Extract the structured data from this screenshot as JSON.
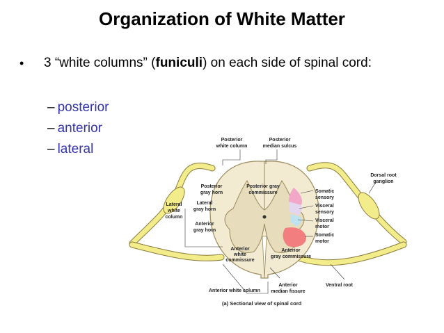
{
  "slide": {
    "title": "Organization of White Matter",
    "bullet": {
      "marker": "•",
      "text_pre": "3 “white columns” (",
      "text_bold": "funiculi",
      "text_post": ") on each side of spinal cord:"
    },
    "subitems": [
      {
        "dash": "–",
        "label": "posterior"
      },
      {
        "dash": "–",
        "label": "anterior"
      },
      {
        "dash": "–",
        "label": "lateral"
      }
    ]
  },
  "figure": {
    "labels": {
      "posterior_white_column": [
        "Posterior",
        "white column"
      ],
      "posterior_median_sulcus": [
        "Posterior",
        "median sulcus"
      ],
      "dorsal_root_ganglion": [
        "Dorsal root",
        "ganglion"
      ],
      "posterior_gray_horn": [
        "Posterior",
        "gray horn"
      ],
      "posterior_gray_commissure": [
        "Posterior gray",
        "commissure"
      ],
      "lateral_gray_horn": [
        "Lateral",
        "gray horn"
      ],
      "lateral_white_column": [
        "Lateral",
        "white",
        "column"
      ],
      "anterior_gray_horn": [
        "Anterior",
        "gray horn"
      ],
      "somatic_sensory": [
        "Somatic",
        "sensory"
      ],
      "visceral_sensory": [
        "Visceral",
        "sensory"
      ],
      "visceral_motor": [
        "Visceral",
        "motor"
      ],
      "somatic_motor": [
        "Somatic",
        "motor"
      ],
      "anterior_white_commissure": [
        "Anterior",
        "white",
        "commissure"
      ],
      "anterior_gray_commissure": [
        "Anterior",
        "gray commissure"
      ],
      "anterior_white_column": [
        "Anterior white column"
      ],
      "anterior_median_fissure": [
        "Anterior",
        "median fissure"
      ],
      "ventral_root": [
        "Ventral root"
      ]
    },
    "caption": "(a) Sectional view of spinal cord",
    "colors": {
      "white_matter": "#f3ead2",
      "gray_matter": "#e7dcbc",
      "nerve": "#f3ec8a",
      "somatic_sensory": "#f2a6c8",
      "visceral_sensory": "#e4d6ef",
      "visceral_motor": "#bfe2ee",
      "somatic_motor": "#f27e80"
    }
  }
}
